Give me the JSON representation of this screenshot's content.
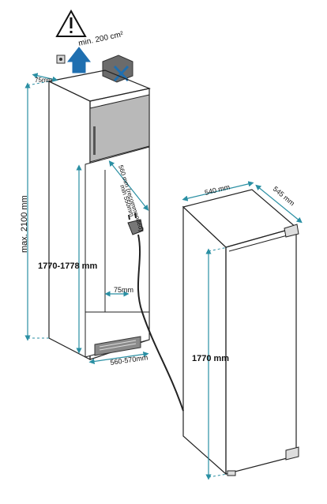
{
  "ventilation": {
    "label": "min. 200 cm²",
    "warning_icon": "exclamation-triangle-icon"
  },
  "cabinet": {
    "top_depth_label": "75mm",
    "height_max_label": "max. 2100 mm",
    "niche_height_label": "1770-1778 mm",
    "niche_depth_recommended_label": "560 mm (recommended)",
    "niche_depth_min_label": "min 550mm",
    "rear_gap_label": "75mm",
    "niche_width_label": "560-570mm"
  },
  "appliance": {
    "width_label": "540 mm",
    "depth_label": "545 mm",
    "height_label": "1770 mm"
  },
  "colors": {
    "dimension_line": "#2a8fa3",
    "panel_grey": "#b9b9b9",
    "arrow_blue": "#1f6fb0"
  }
}
